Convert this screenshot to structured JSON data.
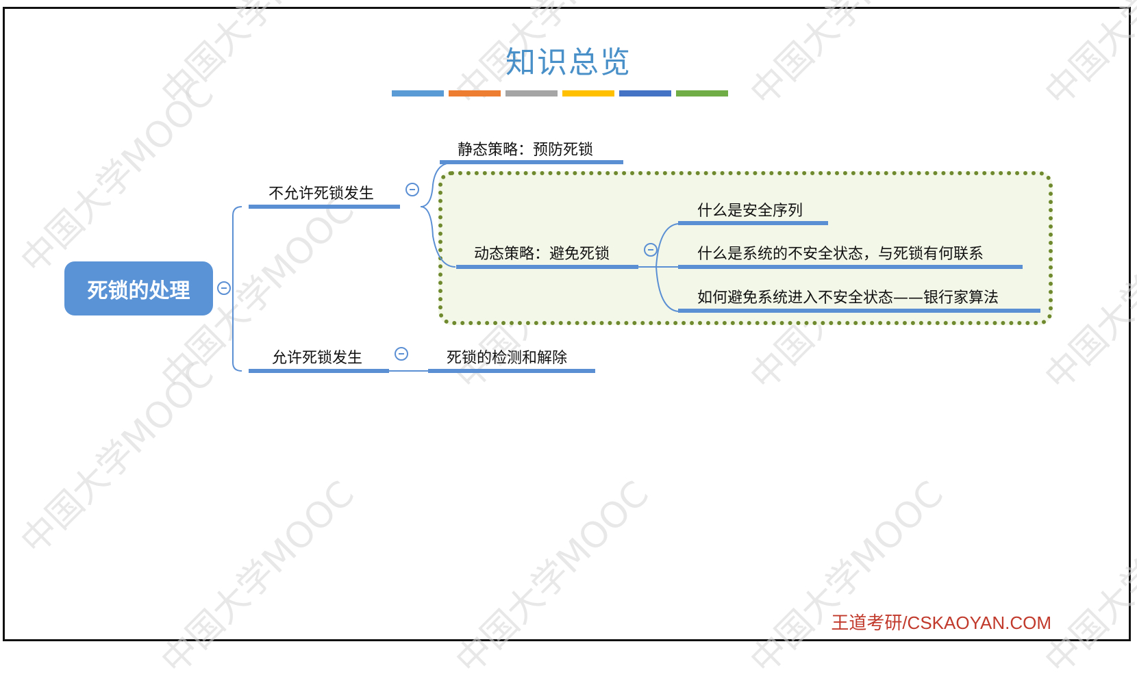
{
  "title": "知识总览",
  "title_stripes": [
    "#5b9bd5",
    "#ed7d31",
    "#a5a5a5",
    "#ffc000",
    "#4472c4",
    "#70ad47"
  ],
  "watermark": "中国大学MOOC",
  "mindmap": {
    "root": "死锁的处理",
    "branches": [
      {
        "label": "不允许死锁发生",
        "children": [
          {
            "label": "静态策略：预防死锁"
          },
          {
            "label": "动态策略：避免死锁",
            "children": [
              "什么是安全序列",
              "什么是系统的不安全状态，与死锁有何联系",
              "如何避免系统进入不安全状态——银行家算法"
            ]
          }
        ]
      },
      {
        "label": "允许死锁发生",
        "children": [
          {
            "label": "死锁的检测和解除"
          }
        ]
      }
    ]
  },
  "footer": "王道考研/CSKAOYAN.COM",
  "colors": {
    "node_line": "#5b8fd4",
    "root_fill": "#5a93d6",
    "highlight_border": "#6f8a2e",
    "footer": "#c0392b"
  }
}
